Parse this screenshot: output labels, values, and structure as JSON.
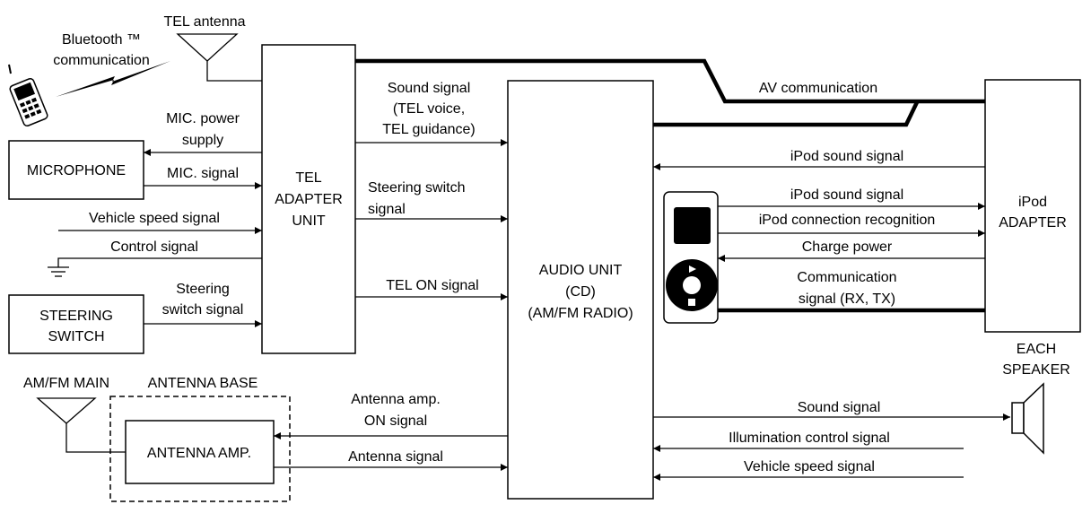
{
  "blocks": {
    "tel_antenna": "TEL antenna",
    "bluetooth_1": "Bluetooth ™",
    "bluetooth_2": "communication",
    "microphone": "MICROPHONE",
    "steering_switch_1": "STEERING",
    "steering_switch_2": "SWITCH",
    "tel_adapter_1": "TEL",
    "tel_adapter_2": "ADAPTER",
    "tel_adapter_3": "UNIT",
    "audio_unit_1": "AUDIO UNIT",
    "audio_unit_2": "(CD)",
    "audio_unit_3": "(AM/FM RADIO)",
    "ipod_adapter_1": "iPod",
    "ipod_adapter_2": "ADAPTER",
    "am_fm_main": "AM/FM MAIN",
    "antenna_base": "ANTENNA BASE",
    "antenna_amp": "ANTENNA AMP.",
    "each_speaker_1": "EACH",
    "each_speaker_2": "SPEAKER"
  },
  "signals": {
    "mic_power_1": "MIC. power",
    "mic_power_2": "supply",
    "mic_signal": "MIC. signal",
    "vehicle_speed_left": "Vehicle speed signal",
    "control_signal": "Control signal",
    "steering_switch_signal_1": "Steering",
    "steering_switch_signal_2": "switch signal",
    "sound_signal_tel_1": "Sound signal",
    "sound_signal_tel_2": "(TEL voice,",
    "sound_signal_tel_3": "TEL guidance)",
    "steering_signal_mid_1": "Steering switch",
    "steering_signal_mid_2": "signal",
    "tel_on_signal": "TEL ON signal",
    "av_communication": "AV communication",
    "ipod_sound_to_audio": "iPod sound signal",
    "ipod_sound_to_adapter": "iPod sound signal",
    "ipod_connection": "iPod connection recognition",
    "charge_power": "Charge power",
    "communication_1": "Communication",
    "communication_2": "signal (RX, TX)",
    "antenna_amp_on_1": "Antenna amp.",
    "antenna_amp_on_2": "ON signal",
    "antenna_signal": "Antenna signal",
    "sound_signal_speaker": "Sound signal",
    "illumination_control": "Illumination control signal",
    "vehicle_speed_right": "Vehicle speed signal"
  }
}
